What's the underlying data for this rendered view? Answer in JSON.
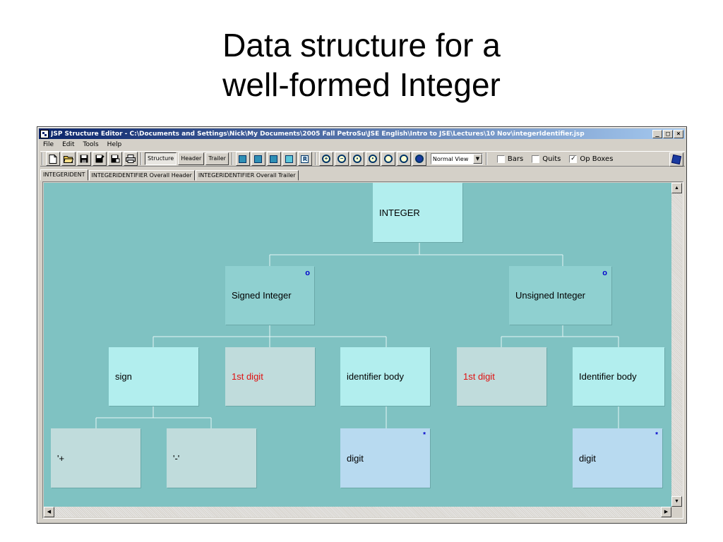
{
  "slide": {
    "title_line1": "Data structure for a",
    "title_line2": "well-formed Integer"
  },
  "window": {
    "title": "JSP Structure Editor - C:\\Documents and Settings\\Nick\\My Documents\\2005 Fall PetroSu\\JSE English\\Intro to JSE\\Lectures\\10 Nov\\integerIdentifier.jsp",
    "minimize": "_",
    "maximize": "□",
    "close": "×"
  },
  "menu": [
    "File",
    "Edit",
    "Tools",
    "Help"
  ],
  "toolbar": {
    "structure": "Structure",
    "header": "Header",
    "trailer": "Trailer",
    "view_select": "Normal View",
    "bars_label": "Bars",
    "quits_label": "Quits",
    "opboxes_label": "Op Boxes",
    "bars_checked": false,
    "quits_checked": false,
    "opboxes_checked": true,
    "check_mark": "✓"
  },
  "tabs": [
    "INTEGERIDENT",
    "INTEGERIDENTIFIER Overall Header",
    "INTEGERIDENTIFIER Overall Trailer"
  ],
  "tree": {
    "root": "INTEGER",
    "signed": "Signed Integer",
    "unsigned": "Unsigned Integer",
    "selection_marker": "o",
    "iteration_marker": "*",
    "sign": "sign",
    "first_digit_a": "1st digit",
    "identifier_body_a": "identifier body",
    "first_digit_b": "1st digit",
    "identifier_body_b": "Identifier body",
    "plus": "'+",
    "minus": "'-'",
    "digit_a": "digit",
    "digit_b": "digit"
  },
  "colors": {
    "canvas": "#7fc2c2",
    "selection_marker": "#0000cc",
    "highlight_text": "#e01010"
  }
}
